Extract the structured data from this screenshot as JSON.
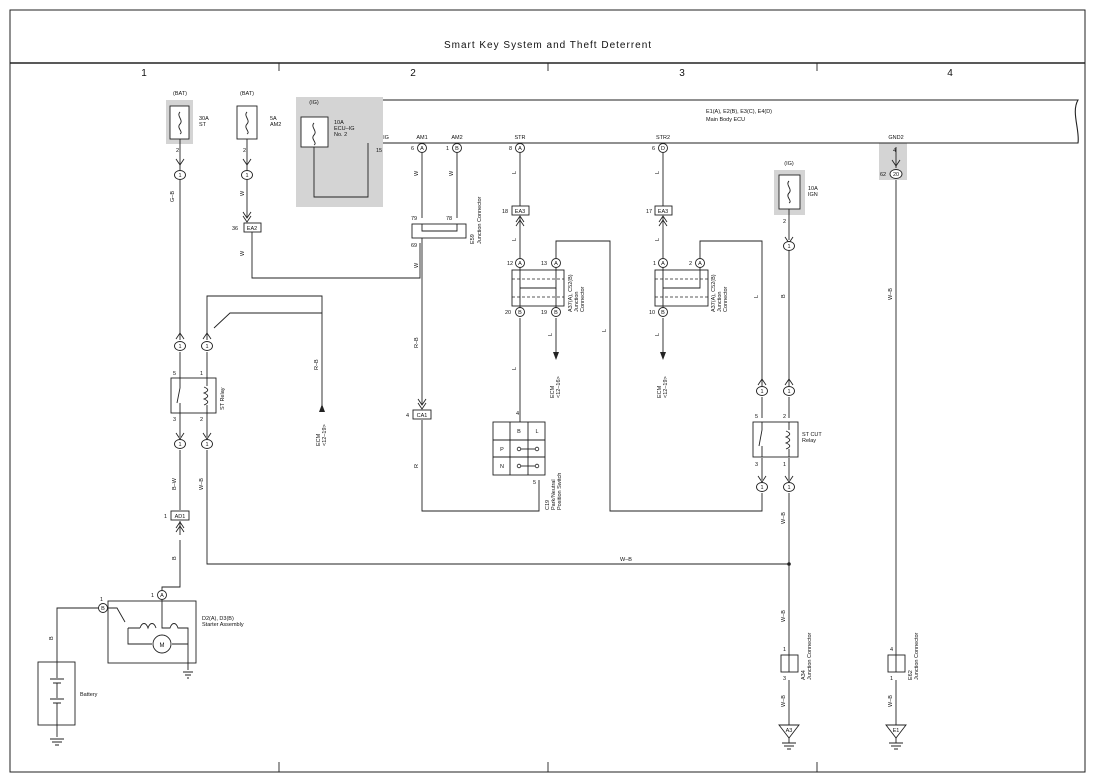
{
  "title": "Smart Key System and Theft Deterrent",
  "columns": [
    "1",
    "2",
    "3",
    "4"
  ],
  "ecu": {
    "name": "E1(A), E2(B), E3(C), E4(D)",
    "sub": "Main Body ECU",
    "terminals": [
      "IG",
      "AM1",
      "AM2",
      "STR",
      "STR2",
      "GND2"
    ]
  },
  "fuses": {
    "st": {
      "source": "(BAT)",
      "rating": "30A",
      "name": "ST"
    },
    "am2": {
      "source": "(BAT)",
      "rating": "5A",
      "name": "AM2"
    },
    "ecuig": {
      "source": "(IG)",
      "rating": "10A",
      "name": "ECU–IG",
      "name2": "No. 2"
    },
    "ign": {
      "source": "(IG)",
      "rating": "10A",
      "name": "IGN"
    }
  },
  "connectors": {
    "ea2": "EA2",
    "ea3": "EA3",
    "ca1": "CA1",
    "ad1": "AD1",
    "e59_name": "E59",
    "e59_desc": "Junction Connector",
    "a37_name": "A37(A), C52(B)",
    "a37_desc": "Junction",
    "a37_desc2": "Connector",
    "a34_name": "A34",
    "a34_desc": "Junction Connector",
    "e62_name": "E62",
    "e62_desc": "Junction Connector"
  },
  "components": {
    "st_relay": "ST Relay",
    "st_cut_relay": "ST CUT",
    "st_cut_relay2": "Relay",
    "c19": "C19",
    "c19_desc": "Park/Neutral",
    "c19_desc2": "Position Switch",
    "starter": "D2(A), D3(B)",
    "starter_desc": "Starter Assembly",
    "battery": "Battery",
    "ecm": "ECM",
    "ecm_ref": "<12–19>",
    "ecm_ref2": "<12–16>",
    "grounds": [
      "A3",
      "E1"
    ]
  },
  "wires": {
    "W": "W",
    "GB": "G–B",
    "L": "L",
    "R": "R",
    "RB": "R–B",
    "BW": "B–W",
    "B": "B",
    "WB": "W–B"
  },
  "pins": {
    "p1": "1",
    "p2": "2",
    "p3": "3",
    "p4": "4",
    "p5": "5",
    "p6": "6",
    "p8": "8",
    "p10": "10",
    "p12": "12",
    "p13": "13",
    "p15": "15",
    "p17": "17",
    "p18": "18",
    "p19": "19",
    "p20": "20",
    "p36": "36",
    "p62": "62",
    "p69": "69",
    "p78": "78",
    "p79": "79",
    "A": "A",
    "B": "B",
    "D": "D",
    "P": "P",
    "N": "N",
    "L": "L",
    "M": "M"
  }
}
